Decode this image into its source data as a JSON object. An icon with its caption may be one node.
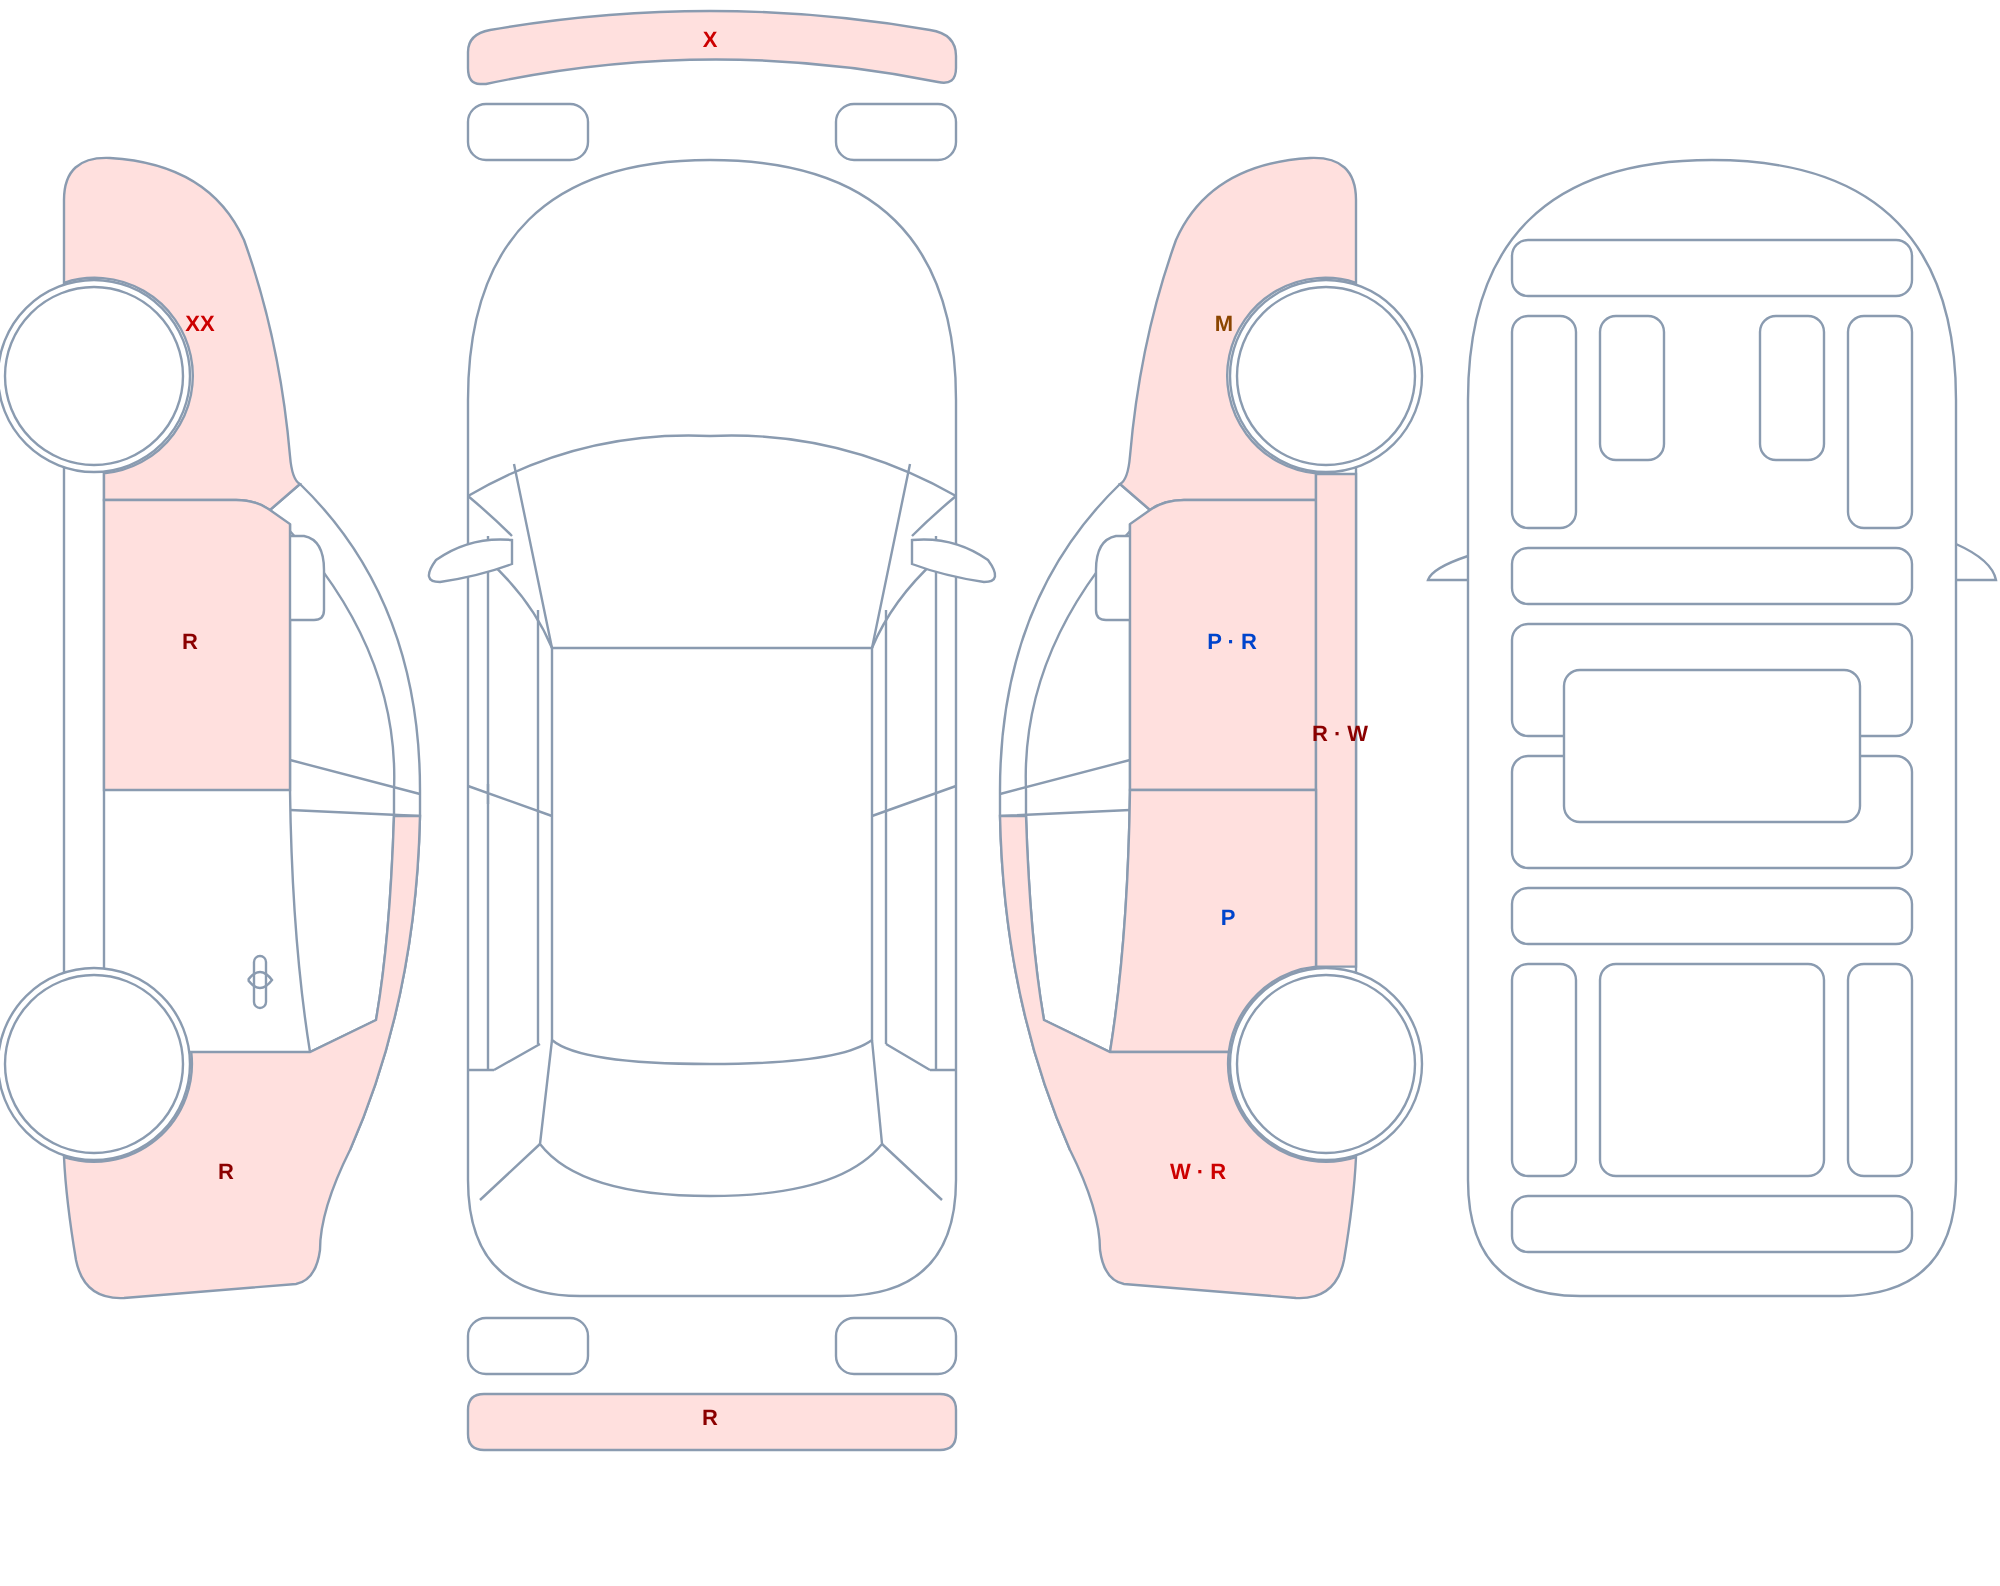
{
  "diagram": {
    "nodes": [
      {
        "text": [
          "X"
        ]
      },
      {
        "text": [
          "XX"
        ]
      },
      {
        "text": [
          "R"
        ]
      },
      {
        "text": [
          "R"
        ]
      },
      {
        "text": [
          "M"
        ]
      },
      {
        "text": [
          "P · R"
        ]
      },
      {
        "text": [
          "R · W"
        ]
      },
      {
        "text": [
          "P"
        ]
      },
      {
        "text": [
          "W · R"
        ]
      },
      {
        "text": [
          "R"
        ]
      }
    ]
  }
}
